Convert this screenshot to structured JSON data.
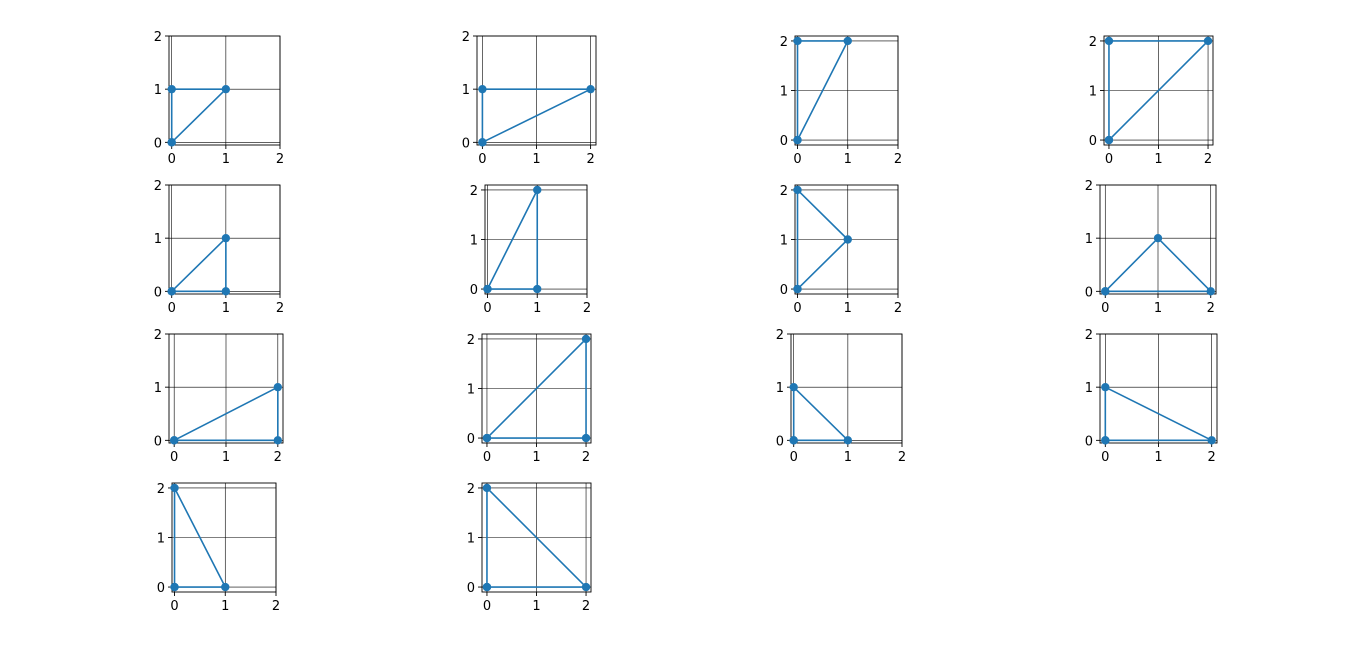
{
  "chart_data": [
    {
      "type": "line",
      "x": [
        0,
        0,
        1,
        0
      ],
      "y": [
        0,
        1,
        1,
        0
      ],
      "xlim": [
        -0.05,
        2
      ],
      "ylim": [
        -0.05,
        2
      ],
      "xticks": [
        "0",
        "1",
        "2"
      ],
      "yticks": [
        "0",
        "1",
        "2"
      ],
      "grid": true,
      "marker": "o",
      "color": "#1f77b4"
    },
    {
      "type": "line",
      "x": [
        0,
        0,
        2,
        0
      ],
      "y": [
        0,
        1,
        1,
        0
      ],
      "xlim": [
        -0.1,
        2.1
      ],
      "ylim": [
        -0.05,
        2
      ],
      "xticks": [
        "0",
        "1",
        "2"
      ],
      "yticks": [
        "0",
        "1",
        "2"
      ],
      "grid": true,
      "marker": "o",
      "color": "#1f77b4"
    },
    {
      "type": "line",
      "x": [
        0,
        0,
        1,
        0
      ],
      "y": [
        0,
        2,
        2,
        0
      ],
      "xlim": [
        -0.05,
        2
      ],
      "ylim": [
        -0.1,
        2.1
      ],
      "xticks": [
        "0",
        "1",
        "2"
      ],
      "yticks": [
        "0",
        "1",
        "2"
      ],
      "grid": true,
      "marker": "o",
      "color": "#1f77b4"
    },
    {
      "type": "line",
      "x": [
        0,
        0,
        2,
        0
      ],
      "y": [
        0,
        2,
        2,
        0
      ],
      "xlim": [
        -0.1,
        2.1
      ],
      "ylim": [
        -0.1,
        2.1
      ],
      "xticks": [
        "0",
        "1",
        "2"
      ],
      "yticks": [
        "0",
        "1",
        "2"
      ],
      "grid": true,
      "marker": "o",
      "color": "#1f77b4"
    },
    {
      "type": "line",
      "x": [
        0,
        1,
        1,
        0
      ],
      "y": [
        0,
        0,
        1,
        0
      ],
      "xlim": [
        -0.05,
        2
      ],
      "ylim": [
        -0.05,
        2
      ],
      "xticks": [
        "0",
        "1",
        "2"
      ],
      "yticks": [
        "0",
        "1",
        "2"
      ],
      "grid": true,
      "marker": "o",
      "color": "#1f77b4"
    },
    {
      "type": "line",
      "x": [
        0,
        1,
        1,
        0
      ],
      "y": [
        0,
        0,
        2,
        0
      ],
      "xlim": [
        -0.05,
        2
      ],
      "ylim": [
        -0.1,
        2.1
      ],
      "xticks": [
        "0",
        "1",
        "2"
      ],
      "yticks": [
        "0",
        "1",
        "2"
      ],
      "grid": true,
      "marker": "o",
      "color": "#1f77b4"
    },
    {
      "type": "line",
      "x": [
        0,
        1,
        0,
        0
      ],
      "y": [
        0,
        1,
        2,
        0
      ],
      "xlim": [
        -0.05,
        2
      ],
      "ylim": [
        -0.1,
        2.1
      ],
      "xticks": [
        "0",
        "1",
        "2"
      ],
      "yticks": [
        "0",
        "1",
        "2"
      ],
      "grid": true,
      "marker": "o",
      "color": "#1f77b4"
    },
    {
      "type": "line",
      "x": [
        0,
        1,
        2,
        0
      ],
      "y": [
        0,
        1,
        0,
        0
      ],
      "xlim": [
        -0.1,
        2.1
      ],
      "ylim": [
        -0.05,
        2
      ],
      "xticks": [
        "0",
        "1",
        "2"
      ],
      "yticks": [
        "0",
        "1",
        "2"
      ],
      "grid": true,
      "marker": "o",
      "color": "#1f77b4"
    },
    {
      "type": "line",
      "x": [
        0,
        2,
        2,
        0
      ],
      "y": [
        0,
        0,
        1,
        0
      ],
      "xlim": [
        -0.1,
        2.1
      ],
      "ylim": [
        -0.05,
        2
      ],
      "xticks": [
        "0",
        "1",
        "2"
      ],
      "yticks": [
        "0",
        "1",
        "2"
      ],
      "grid": true,
      "marker": "o",
      "color": "#1f77b4"
    },
    {
      "type": "line",
      "x": [
        0,
        2,
        2,
        0
      ],
      "y": [
        0,
        0,
        2,
        0
      ],
      "xlim": [
        -0.1,
        2.1
      ],
      "ylim": [
        -0.1,
        2.1
      ],
      "xticks": [
        "0",
        "1",
        "2"
      ],
      "yticks": [
        "0",
        "1",
        "2"
      ],
      "grid": true,
      "marker": "o",
      "color": "#1f77b4"
    },
    {
      "type": "line",
      "x": [
        0,
        1,
        0,
        0
      ],
      "y": [
        0,
        0,
        1,
        0
      ],
      "xlim": [
        -0.05,
        2
      ],
      "ylim": [
        -0.05,
        2
      ],
      "xticks": [
        "0",
        "1",
        "2"
      ],
      "yticks": [
        "0",
        "1",
        "2"
      ],
      "grid": true,
      "marker": "o",
      "color": "#1f77b4"
    },
    {
      "type": "line",
      "x": [
        0,
        2,
        0,
        0
      ],
      "y": [
        0,
        0,
        1,
        0
      ],
      "xlim": [
        -0.1,
        2.1
      ],
      "ylim": [
        -0.05,
        2
      ],
      "xticks": [
        "0",
        "1",
        "2"
      ],
      "yticks": [
        "0",
        "1",
        "2"
      ],
      "grid": true,
      "marker": "o",
      "color": "#1f77b4"
    },
    {
      "type": "line",
      "x": [
        0,
        1,
        0,
        0
      ],
      "y": [
        0,
        0,
        2,
        0
      ],
      "xlim": [
        -0.05,
        2
      ],
      "ylim": [
        -0.1,
        2.1
      ],
      "xticks": [
        "0",
        "1",
        "2"
      ],
      "yticks": [
        "0",
        "1",
        "2"
      ],
      "grid": true,
      "marker": "o",
      "color": "#1f77b4"
    },
    {
      "type": "line",
      "x": [
        0,
        2,
        0,
        0
      ],
      "y": [
        0,
        0,
        2,
        0
      ],
      "xlim": [
        -0.1,
        2.1
      ],
      "ylim": [
        -0.1,
        2.1
      ],
      "xticks": [
        "0",
        "1",
        "2"
      ],
      "yticks": [
        "0",
        "1",
        "2"
      ],
      "grid": true,
      "marker": "o",
      "color": "#1f77b4"
    }
  ]
}
